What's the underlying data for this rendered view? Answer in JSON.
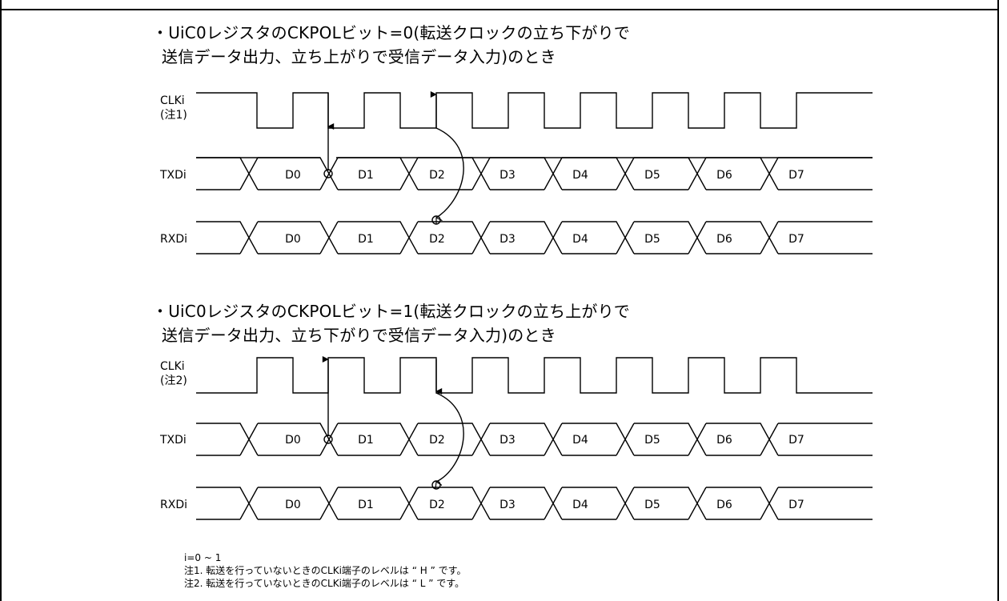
{
  "section1": {
    "heading_line1": "・UiC0レジスタのCKPOLビット=0(転送クロックの立ち下がりで",
    "heading_line2": "送信データ出力、立ち上がりで受信データ入力)のとき",
    "clk_label": "CLKi",
    "clk_note": "(注1)",
    "txd_label": "TXDi",
    "rxd_label": "RXDi"
  },
  "section2": {
    "heading_line1": "・UiC0レジスタのCKPOLビット=1(転送クロックの立ち上がりで",
    "heading_line2": "送信データ出力、立ち下がりで受信データ入力)のとき",
    "clk_label": "CLKi",
    "clk_note": "(注2)",
    "txd_label": "TXDi",
    "rxd_label": "RXDi"
  },
  "bits": [
    "D0",
    "D1",
    "D2",
    "D3",
    "D4",
    "D5",
    "D6",
    "D7"
  ],
  "notes": {
    "index": "i=0 ~ 1",
    "note1": "注1.   転送を行っていないときのCLKi端子のレベルは “ H ” です。",
    "note2": "注2.   転送を行っていないときのCLKi端子のレベルは “ L ” です。"
  }
}
